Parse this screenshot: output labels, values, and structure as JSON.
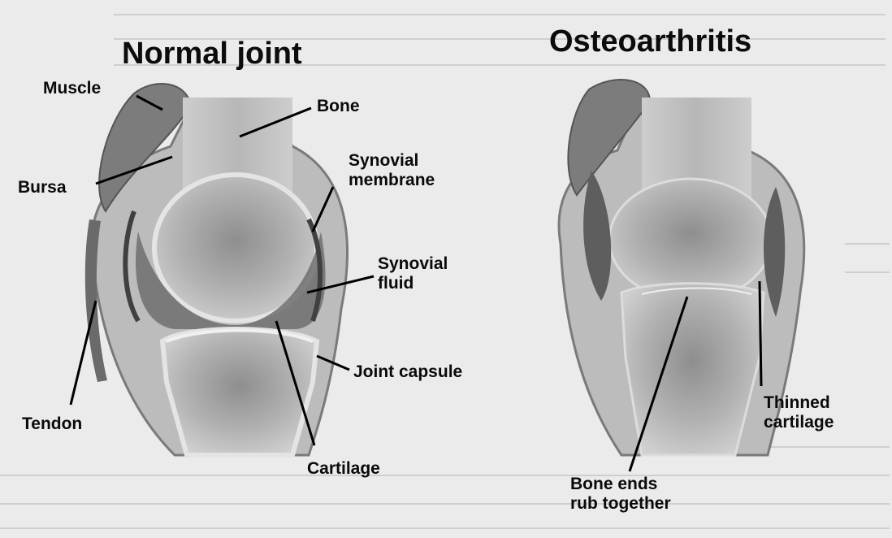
{
  "titles": {
    "normal": "Normal joint",
    "osteo": "Osteoarthritis"
  },
  "labels": {
    "muscle": "Muscle",
    "bone": "Bone",
    "bursa": "Bursa",
    "synovial_membrane_1": "Synovial",
    "synovial_membrane_2": "membrane",
    "synovial_fluid_1": "Synovial",
    "synovial_fluid_2": "fluid",
    "joint_capsule": "Joint capsule",
    "tendon": "Tendon",
    "cartilage": "Cartilage",
    "bone_ends_1": "Bone ends",
    "bone_ends_2": "rub together",
    "thinned_cartilage_1": "Thinned",
    "thinned_cartilage_2": "cartilage"
  }
}
